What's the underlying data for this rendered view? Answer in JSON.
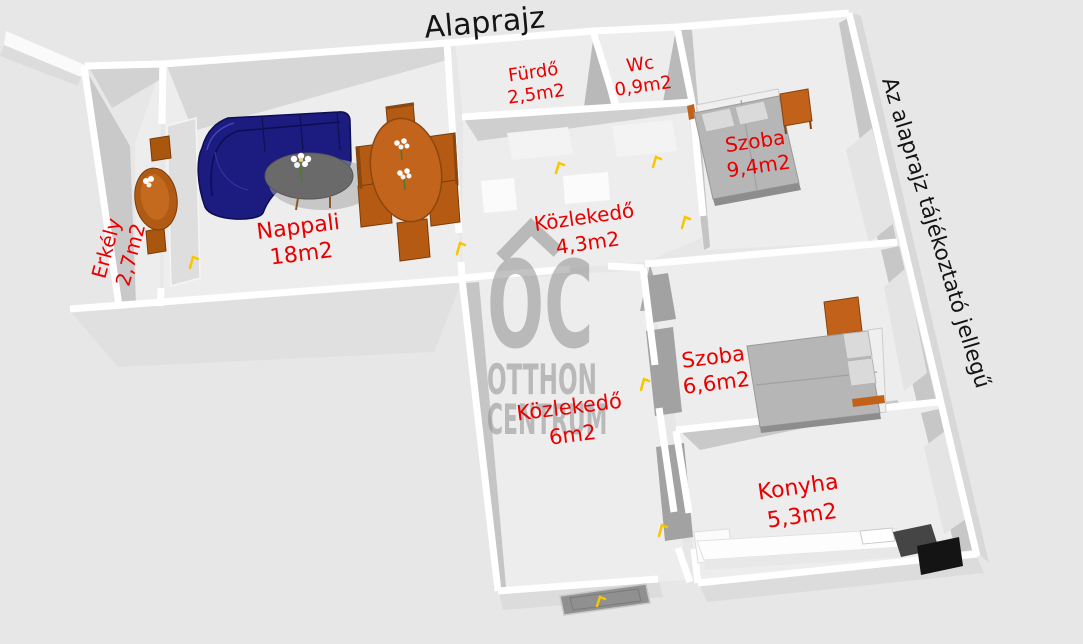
{
  "title": "Alaprajz",
  "disclaimer": "Az alaprajz tájékoztató jellegű",
  "watermark": {
    "initials": "OC",
    "name_line1": "OTTHON",
    "name_line2": "CENTRUM"
  },
  "rooms": [
    {
      "key": "erkely",
      "name": "Erkély",
      "area": "2,7m2"
    },
    {
      "key": "nappali",
      "name": "Nappali",
      "area": "18m2"
    },
    {
      "key": "furdo",
      "name": "Fürdő",
      "area": "2,5m2"
    },
    {
      "key": "wc",
      "name": "Wc",
      "area": "0,9m2"
    },
    {
      "key": "szoba1",
      "name": "Szoba",
      "area": "9,4m2"
    },
    {
      "key": "kozlekedo1",
      "name": "Közlekedő",
      "area": "4,3m2"
    },
    {
      "key": "szoba2",
      "name": "Szoba",
      "area": "6,6m2"
    },
    {
      "key": "kozlekedo2",
      "name": "Közlekedő",
      "area": "6m2"
    },
    {
      "key": "konyha",
      "name": "Konyha",
      "area": "5,3m2"
    }
  ],
  "colors": {
    "background": "#e7e7e7",
    "floor": "#ededed",
    "wall_white": "#ffffff",
    "label_red": "#e80000",
    "title_black": "#141414",
    "watermark_gray": "#878787",
    "sofa_navy": "#1b1b80",
    "wood_orange": "#c2641c",
    "bed_gray": "#b6b6b6",
    "door_marker_yellow": "#f6c700"
  }
}
